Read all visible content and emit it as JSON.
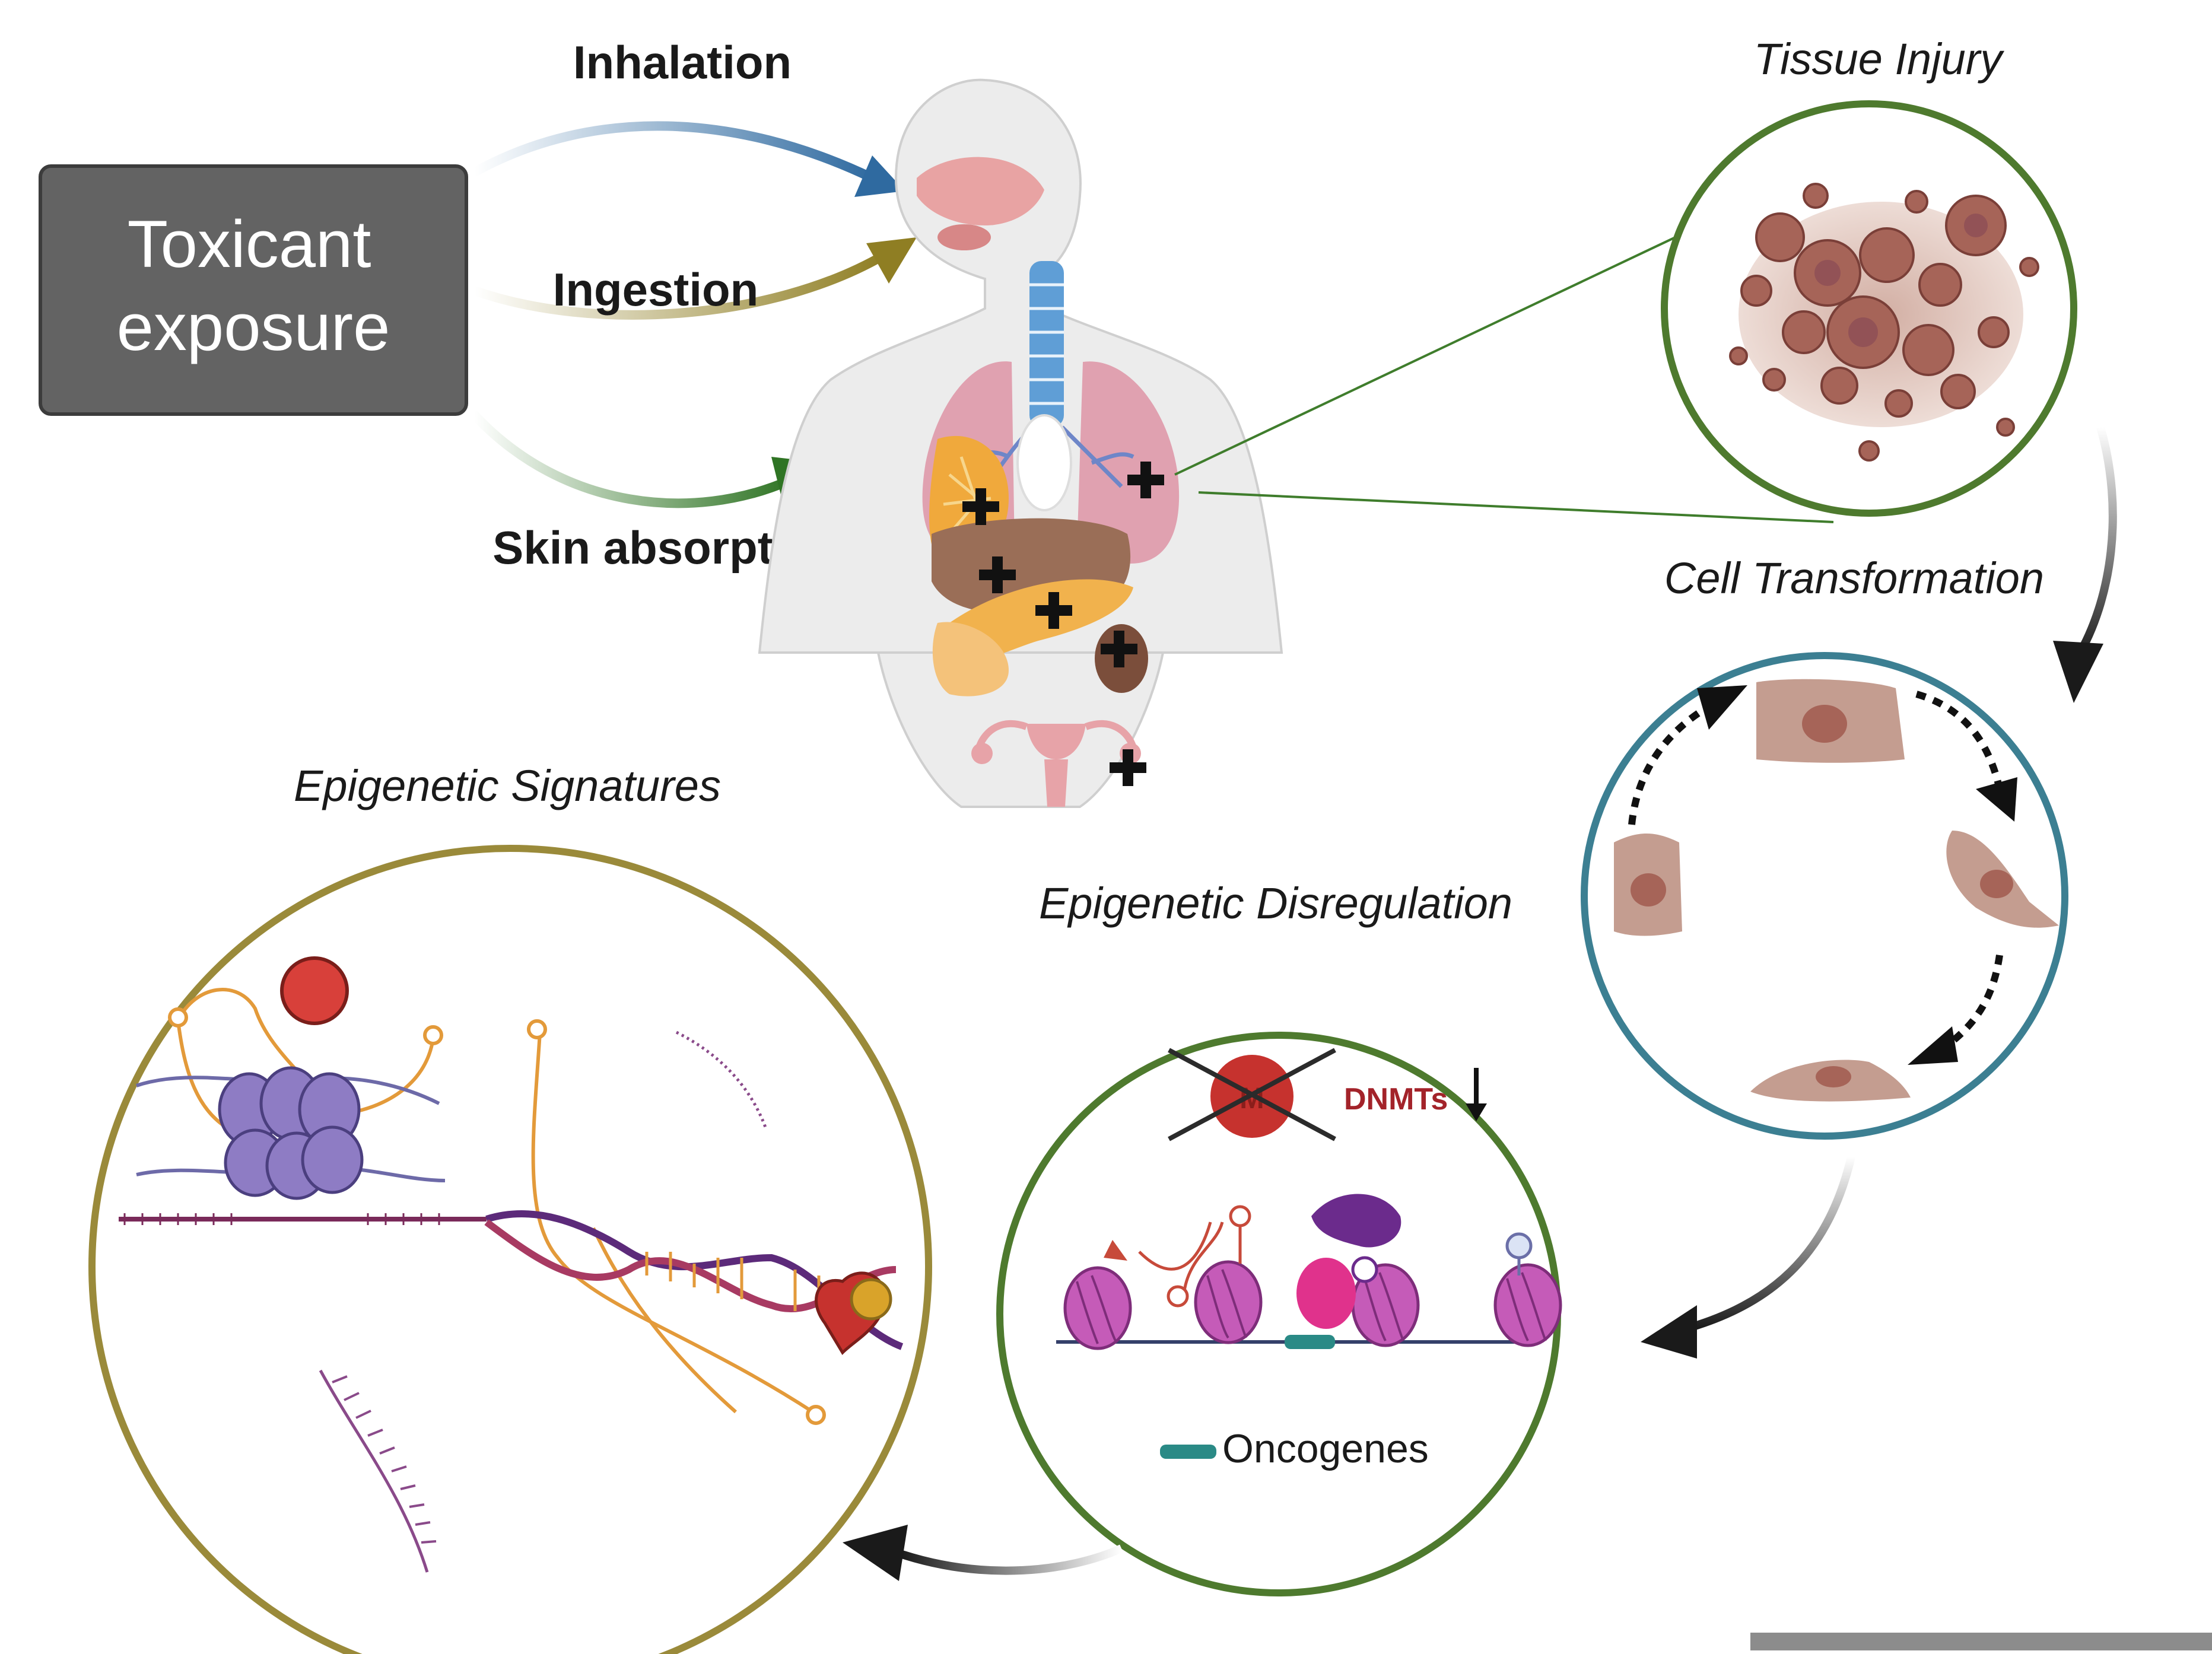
{
  "source_box": {
    "label_line1": "Toxicant",
    "label_line2": "exposure"
  },
  "routes": {
    "inhalation": "Inhalation",
    "ingestion": "Ingestion",
    "skin": "Skin absorption"
  },
  "stages": {
    "tissue_injury": "Tissue Injury",
    "cell_transformation": "Cell Transformation",
    "epigenetic_disregulation": "Epigenetic Disregulation",
    "epigenetic_signatures": "Epigenetic Signatures"
  },
  "dysregulation_panel": {
    "dnmts_label": "DNMTs",
    "legend_label": "Oncogenes"
  },
  "colors": {
    "box_fill": "#636363",
    "inhalation_arrow": "#3a6fa0",
    "ingestion_arrow": "#9a8a2e",
    "skin_arrow": "#3f7d2c",
    "tissue_ring": "#4e7a2e",
    "cell_ring": "#3c7f92",
    "disregulation_ring": "#4e7a2e",
    "signatures_ring": "#9a8a3a",
    "nucleosome": "#c55bb8",
    "oncogene": "#2a8a86",
    "dnmt_red": "#c6322e"
  },
  "icons": [
    "human-body-icon",
    "cell-icon",
    "nucleosome-icon",
    "dna-helix-icon",
    "rna-strand-icon"
  ]
}
